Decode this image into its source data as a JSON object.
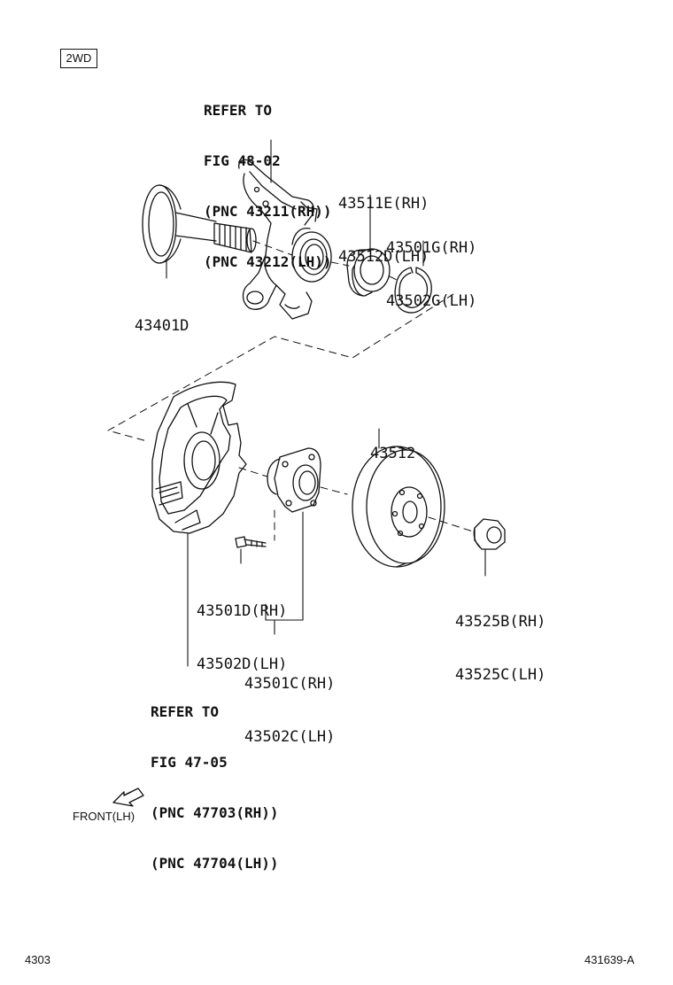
{
  "variant_badge": "2WD",
  "refer_knuckle": [
    "REFER TO",
    "FIG 48-02",
    "(PNC 43211(RH))",
    "(PNC 43212(LH))"
  ],
  "refer_shield": [
    "REFER TO",
    "FIG 47-05",
    "(PNC 47703(RH))",
    "(PNC 47704(LH))"
  ],
  "parts": {
    "shaft": [
      "43401D"
    ],
    "bearing": [
      "43511E(RH)",
      "43512D(LH)"
    ],
    "snap_ring": [
      "43501G(RH)",
      "43502G(LH)"
    ],
    "disc": [
      "43512"
    ],
    "hub_bolt": [
      "43501D(RH)",
      "43502D(LH)"
    ],
    "hub": [
      "43501C(RH)",
      "43502C(LH)"
    ],
    "nut": [
      "43525B(RH)",
      "43525C(LH)"
    ]
  },
  "front_indicator": "FRONT(LH)",
  "page_code": "4303",
  "figure_code": "431639-A",
  "colors": {
    "ink": "#111111",
    "paper": "#ffffff"
  }
}
